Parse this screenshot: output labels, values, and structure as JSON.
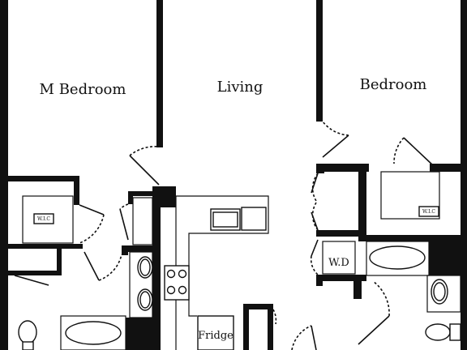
{
  "rooms": {
    "master_bedroom": "M Bedroom",
    "living": "Living",
    "bedroom": "Bedroom"
  },
  "fixtures": {
    "wic_master": "W.I.C",
    "wic_bedroom": "W.I.C",
    "washer_dryer": "W.D",
    "fridge": "Fridge"
  },
  "colors": {
    "wall": "#111111",
    "background": "#ffffff"
  }
}
